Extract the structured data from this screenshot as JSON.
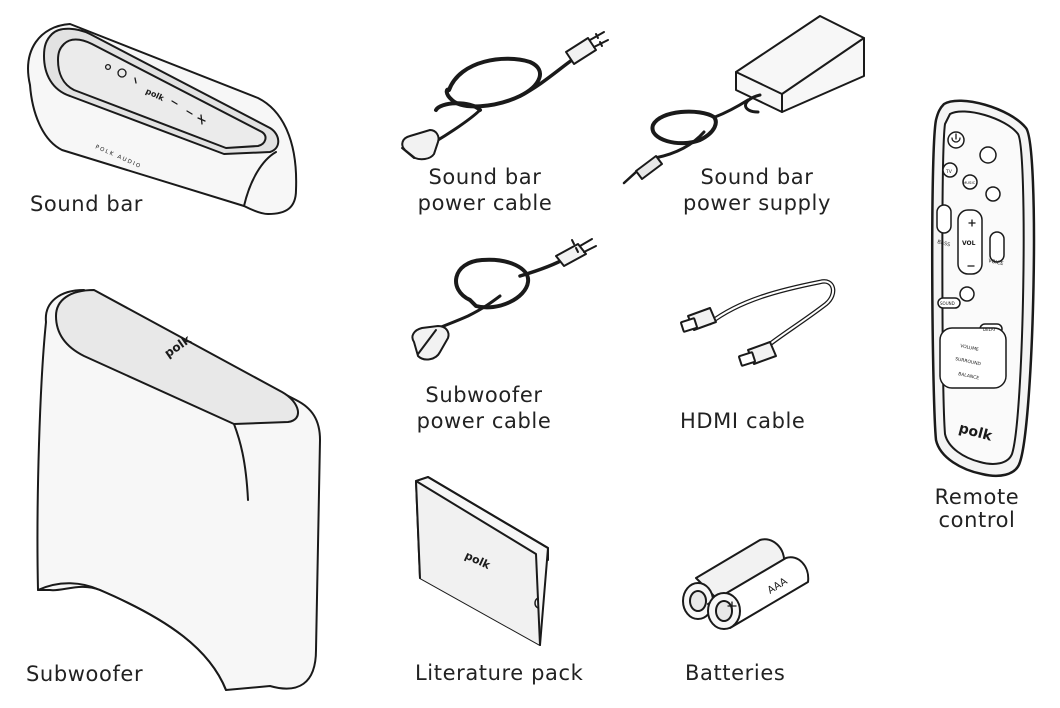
{
  "brand": "polk",
  "items": {
    "sound_bar": {
      "label": "Sound bar",
      "side_text": "POLK AUDIO"
    },
    "sound_bar_power_cable": {
      "label_line1": "Sound bar",
      "label_line2": "power cable"
    },
    "sound_bar_power_supply": {
      "label_line1": "Sound bar",
      "label_line2": "power supply"
    },
    "remote_control": {
      "label_line1": "Remote",
      "label_line2": "control",
      "button_labels": {
        "tv": "TV",
        "music": "MUSIC",
        "bass": "BASS",
        "vol": "VOL",
        "voice": "VOICE",
        "sound": "SOUND",
        "delay": "DELAY",
        "volume": "VOLUME",
        "surround": "SURROUND",
        "balance": "BALANCE"
      }
    },
    "subwoofer_power_cable": {
      "label_line1": "Subwoofer",
      "label_line2": "power cable"
    },
    "hdmi_cable": {
      "label": "HDMI cable"
    },
    "subwoofer": {
      "label": "Subwoofer"
    },
    "literature_pack": {
      "label": "Literature pack"
    },
    "batteries": {
      "label": "Batteries",
      "battery_text": "AAA"
    }
  },
  "colors": {
    "stroke": "#1a1a1a",
    "fill_light": "#f7f7f7",
    "fill_mid": "#e6e6e6",
    "fill_dark": "#d2d2d2"
  }
}
